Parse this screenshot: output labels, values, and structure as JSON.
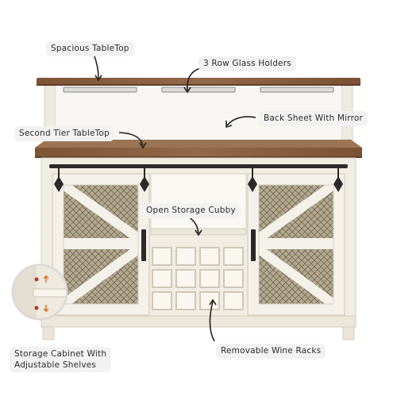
{
  "labels": {
    "tabletop": "Spacious TableTop",
    "glass_holders": "3 Row Glass Holders",
    "second_tier": "Second Tier TableTop",
    "back_sheet": "Back Sheet With Mirror",
    "cubby": "Open Storage Cubby",
    "cabinet_line1": "Storage Cabinet With",
    "cabinet_line2": "Adjustable Shelves",
    "wine_racks": "Removable Wine Racks"
  },
  "colors": {
    "wood_top": "#8a5f3d",
    "cabinet_white": "#f1ede3",
    "mesh": "#a79d86",
    "hardware": "#2a2a2a",
    "label_bg": "#f2f2f2"
  }
}
